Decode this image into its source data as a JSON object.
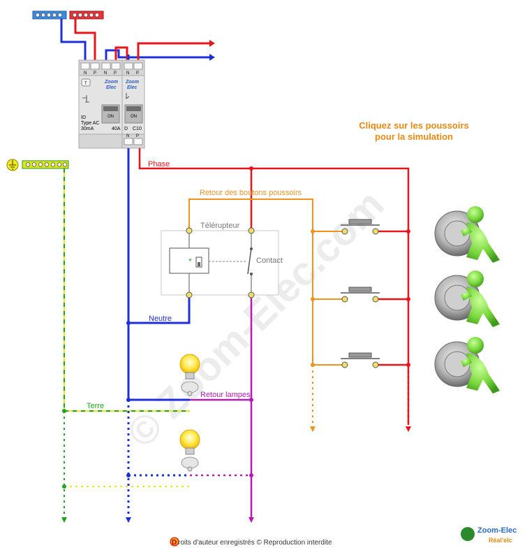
{
  "colors": {
    "phase": "#e8141b",
    "neutral": "#1d2fd6",
    "earth_green": "#1fa51a",
    "earth_yellow": "#e3e81a",
    "return_buttons": "#f0921e",
    "return_lamps": "#b51ab5",
    "cta": "#e88a12",
    "breaker_body": "#e4e4e4",
    "watermark": "#ececec"
  },
  "instruction": {
    "line1": "Cliquez sur les poussoirs",
    "line2": "pour la simulation"
  },
  "labels": {
    "phase": "Phase",
    "neutral": "Neutre",
    "earth": "Terre",
    "return_buttons": "Retour des boutons poussoirs",
    "return_lamps": "Retour lampes",
    "teleruptor": "Télérupteur",
    "contact": "Contact"
  },
  "breakers": {
    "rcd": {
      "brand1": "Zoom",
      "brand2": "Elec",
      "type_line1": "ID",
      "type_line2": "Type AC",
      "type_line3": "30mA",
      "rating": "40A",
      "terminal_n": "N",
      "terminal_p": "P",
      "test_button": "T",
      "knob_label": "ON"
    },
    "mcb": {
      "brand1": "Zoom",
      "brand2": "Elec",
      "curve": "D",
      "rating": "C10",
      "terminal_n": "N",
      "terminal_p": "P",
      "knob_label": "ON"
    }
  },
  "watermark": "© Zoom-Elec.com",
  "footer": {
    "initial": "D",
    "text": "roits d'auteur enregistrés © Reproduction interdite"
  },
  "logo": {
    "name": "Zoom-Elec",
    "tagline": "Réal'elc"
  },
  "icons": {
    "earth": "earth-ground-icon",
    "lamp": "light-bulb-icon",
    "pusher": "green-figure-pressing-button-icon"
  }
}
